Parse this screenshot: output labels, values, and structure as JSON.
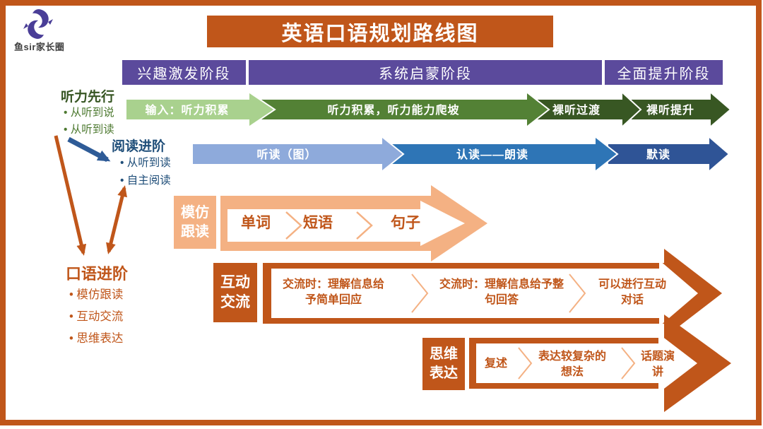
{
  "brand": {
    "name": "鱼sir家长圈"
  },
  "title": "英语口语规划路线图",
  "stage_bar": {
    "segments": [
      "兴趣激发阶段",
      "系统启蒙阶段",
      "全面提升阶段"
    ]
  },
  "listening_path": {
    "steps": [
      "输入：听力积累",
      "听力积累，听力能力爬坡",
      "裸听过渡",
      "裸听提升"
    ]
  },
  "reading_path": {
    "steps": [
      "听读（图）",
      "认读——朗读",
      "默读"
    ]
  },
  "annotations": {
    "listening_first": {
      "title": "听力先行",
      "items": [
        "从听到说",
        "从听到读"
      ]
    },
    "reading_advance": {
      "title": "阅读进阶",
      "items": [
        "从听到读",
        "自主阅读"
      ]
    },
    "speaking_advance": {
      "title": "口语进阶",
      "items": [
        "模仿跟读",
        "互动交流",
        "思维表达"
      ]
    }
  },
  "speaking_rows": [
    {
      "label": "模仿跟读",
      "steps": [
        "单词",
        "短语",
        "句子"
      ]
    },
    {
      "label": "互动交流",
      "steps": [
        "交流时：理解信息给予简单回应",
        "交流时：理解信息给予整句回答",
        "可以进行互动对话"
      ]
    },
    {
      "label": "思维表达",
      "steps": [
        "复述",
        "表达较复杂的想法",
        "话题演讲"
      ]
    }
  ],
  "colors": {
    "orange": "#C0561A",
    "peach": "#F4B183",
    "purple": "#5B4A9C",
    "green_light": "#A9D18E",
    "green_mid": "#538135",
    "green_dark": "#385723",
    "blue_light": "#8EAADB",
    "blue_mid": "#2E75B6",
    "blue_dark": "#2F5496"
  }
}
